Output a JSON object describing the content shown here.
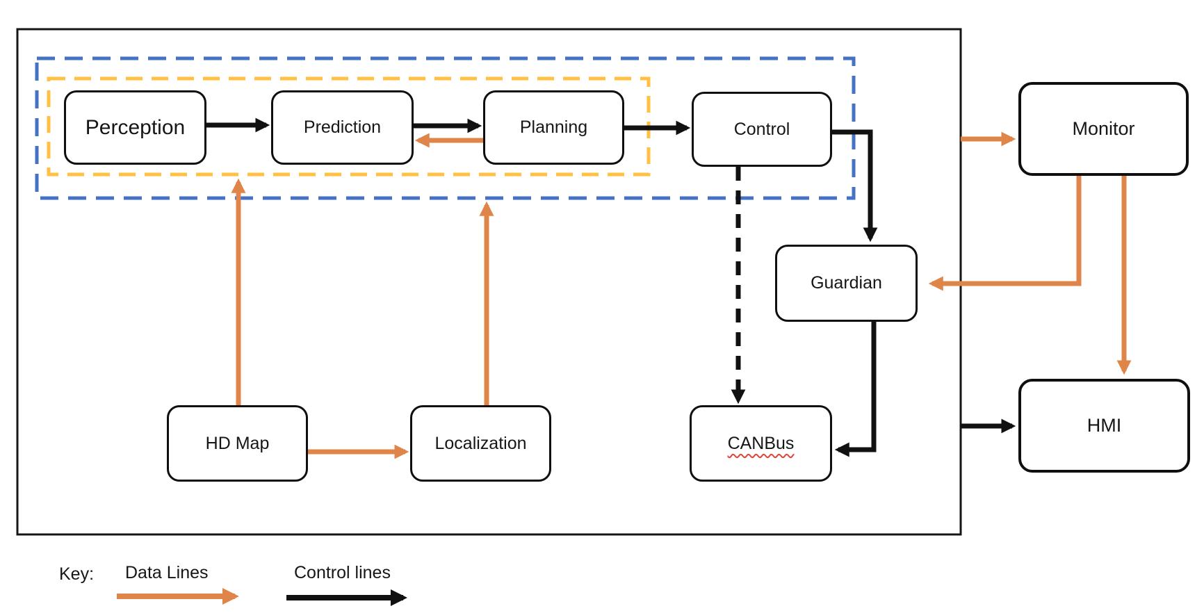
{
  "diagram": {
    "nodes": {
      "perception": {
        "label": "Perception"
      },
      "prediction": {
        "label": "Prediction"
      },
      "planning": {
        "label": "Planning"
      },
      "control": {
        "label": "Control"
      },
      "guardian": {
        "label": "Guardian"
      },
      "hd_map": {
        "label": "HD Map"
      },
      "localization": {
        "label": "Localization"
      },
      "canbus": {
        "label": "CANBus"
      },
      "monitor": {
        "label": "Monitor"
      },
      "hmi": {
        "label": "HMI"
      }
    },
    "groups": {
      "outer_dashed_color": "#4472C4",
      "inner_dashed_color": "#FFC043"
    },
    "edges": [
      {
        "from": "perception",
        "to": "prediction",
        "type": "control",
        "style": "solid"
      },
      {
        "from": "prediction",
        "to": "planning",
        "type": "control",
        "style": "solid"
      },
      {
        "from": "planning",
        "to": "prediction",
        "type": "data",
        "style": "solid"
      },
      {
        "from": "planning",
        "to": "control",
        "type": "control",
        "style": "solid"
      },
      {
        "from": "control",
        "to": "guardian",
        "type": "control",
        "style": "solid"
      },
      {
        "from": "control",
        "to": "canbus",
        "type": "control",
        "style": "dashed"
      },
      {
        "from": "guardian",
        "to": "canbus",
        "type": "control",
        "style": "solid"
      },
      {
        "from": "hd_map",
        "to": "perception",
        "type": "data",
        "style": "solid"
      },
      {
        "from": "hd_map",
        "to": "localization",
        "type": "data",
        "style": "solid"
      },
      {
        "from": "localization",
        "to": "planning",
        "type": "data",
        "style": "solid"
      },
      {
        "from": "system",
        "to": "monitor",
        "type": "data",
        "style": "solid"
      },
      {
        "from": "monitor",
        "to": "guardian",
        "type": "data",
        "style": "solid"
      },
      {
        "from": "monitor",
        "to": "hmi",
        "type": "data",
        "style": "solid"
      },
      {
        "from": "system",
        "to": "hmi",
        "type": "control",
        "style": "solid"
      }
    ],
    "key": {
      "title": "Key:",
      "data_lines_label": "Data Lines",
      "control_lines_label": "Control lines"
    },
    "colors": {
      "data_line_orange": "#E0854A",
      "control_line_black": "#111111",
      "blue_group_dash": "#4472C4",
      "yellow_group_dash": "#FFC043",
      "canbus_underline_red": "#E0443A",
      "box_border": "#0F0F0F",
      "background": "#FFFFFF"
    }
  }
}
